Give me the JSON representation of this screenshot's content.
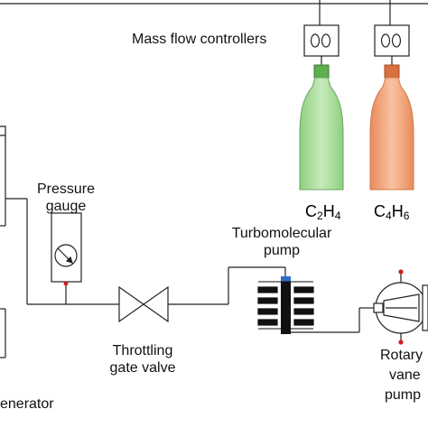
{
  "labels": {
    "mass_flow_controllers": "Mass flow controllers",
    "pressure_gauge_line1": "Pressure",
    "pressure_gauge_line2": "gauge",
    "turbo_line1": "Turbomolecular",
    "turbo_line2": "pump",
    "throttle_line1": "Throttling",
    "throttle_line2": "gate valve",
    "rotary_line1": "Rotary",
    "rotary_line2": "vane",
    "rotary_line3": "pump",
    "generator": "enerator"
  },
  "gases": [
    {
      "element_a": "C",
      "sub_a": "2",
      "element_b": "H",
      "sub_b": "4",
      "color": "#a9dc9b"
    },
    {
      "element_a": "C",
      "sub_a": "4",
      "element_b": "H",
      "sub_b": "6",
      "color": "#f3a47a"
    }
  ],
  "colors": {
    "line": "#222222",
    "accent_red": "#cc1f1f",
    "turbo_blue": "#2e6fc4"
  }
}
